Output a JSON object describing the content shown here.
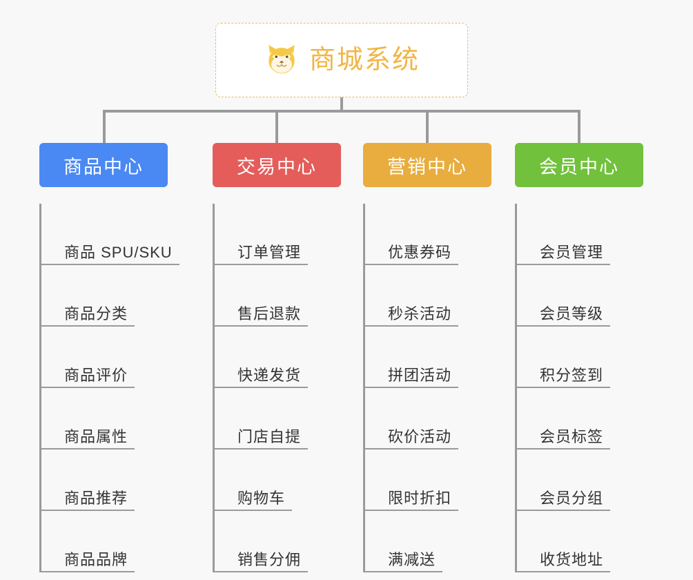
{
  "diagram": {
    "type": "mindmap",
    "background_color": "#f8f8f8",
    "connector_color": "#9a9a9a",
    "root": {
      "title": "商城系统",
      "icon": "shiba-dog-face-icon",
      "text_color": "#f2b544",
      "border_color": "#e8b96a",
      "background_color": "#ffffff"
    },
    "categories": [
      {
        "label": "商品中心",
        "color": "#4a89f3",
        "items": [
          "商品 SPU/SKU",
          "商品分类",
          "商品评价",
          "商品属性",
          "商品推荐",
          "商品品牌"
        ]
      },
      {
        "label": "交易中心",
        "color": "#e45d5a",
        "items": [
          "订单管理",
          "售后退款",
          "快递发货",
          "门店自提",
          "购物车",
          "销售分佣"
        ]
      },
      {
        "label": "营销中心",
        "color": "#e8ad3e",
        "items": [
          "优惠券码",
          "秒杀活动",
          "拼团活动",
          "砍价活动",
          "限时折扣",
          "满减送"
        ]
      },
      {
        "label": "会员中心",
        "color": "#72c13c",
        "items": [
          "会员管理",
          "会员等级",
          "积分签到",
          "会员标签",
          "会员分组",
          "收货地址"
        ]
      }
    ]
  }
}
